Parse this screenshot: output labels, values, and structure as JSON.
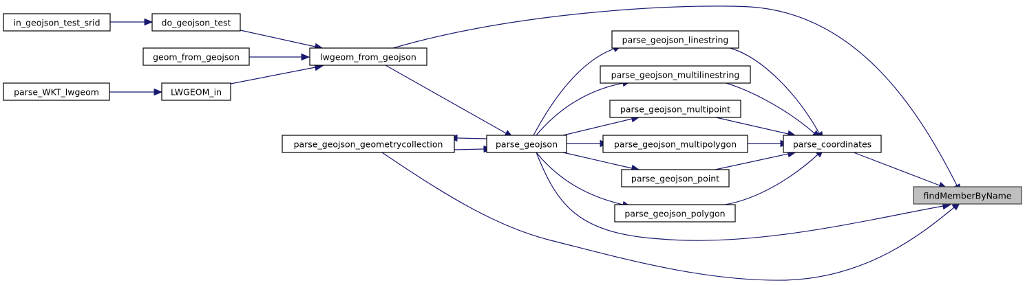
{
  "graph": {
    "type": "caller-graph",
    "edge_color": "#191970",
    "target_fill": "#bfbfbf",
    "nodes": [
      {
        "id": "in_geojson_test_srid",
        "label": "in_geojson_test_srid"
      },
      {
        "id": "do_geojson_test",
        "label": "do_geojson_test"
      },
      {
        "id": "geom_from_geojson",
        "label": "geom_from_geojson"
      },
      {
        "id": "parse_WKT_lwgeom",
        "label": "parse_WKT_lwgeom"
      },
      {
        "id": "LWGEOM_in",
        "label": "LWGEOM_in"
      },
      {
        "id": "lwgeom_from_geojson",
        "label": "lwgeom_from_geojson"
      },
      {
        "id": "parse_geojson_geometrycollection",
        "label": "parse_geojson_geometrycollection"
      },
      {
        "id": "parse_geojson",
        "label": "parse_geojson"
      },
      {
        "id": "parse_geojson_linestring",
        "label": "parse_geojson_linestring"
      },
      {
        "id": "parse_geojson_multilinestring",
        "label": "parse_geojson_multilinestring"
      },
      {
        "id": "parse_geojson_multipoint",
        "label": "parse_geojson_multipoint"
      },
      {
        "id": "parse_geojson_multipolygon",
        "label": "parse_geojson_multipolygon"
      },
      {
        "id": "parse_geojson_point",
        "label": "parse_geojson_point"
      },
      {
        "id": "parse_geojson_polygon",
        "label": "parse_geojson_polygon"
      },
      {
        "id": "parse_coordinates",
        "label": "parse_coordinates"
      },
      {
        "id": "findMemberByName",
        "label": "findMemberByName",
        "highlighted": true
      }
    ],
    "edges": [
      {
        "from": "in_geojson_test_srid",
        "to": "do_geojson_test"
      },
      {
        "from": "do_geojson_test",
        "to": "lwgeom_from_geojson"
      },
      {
        "from": "geom_from_geojson",
        "to": "lwgeom_from_geojson"
      },
      {
        "from": "parse_WKT_lwgeom",
        "to": "LWGEOM_in"
      },
      {
        "from": "LWGEOM_in",
        "to": "lwgeom_from_geojson"
      },
      {
        "from": "lwgeom_from_geojson",
        "to": "findMemberByName"
      },
      {
        "from": "lwgeom_from_geojson",
        "to": "parse_geojson"
      },
      {
        "from": "parse_geojson",
        "to": "parse_geojson_geometrycollection"
      },
      {
        "from": "parse_geojson_geometrycollection",
        "to": "parse_geojson"
      },
      {
        "from": "parse_geojson_geometrycollection",
        "to": "findMemberByName"
      },
      {
        "from": "parse_geojson",
        "to": "parse_geojson_linestring"
      },
      {
        "from": "parse_geojson",
        "to": "parse_geojson_multilinestring"
      },
      {
        "from": "parse_geojson",
        "to": "parse_geojson_multipoint"
      },
      {
        "from": "parse_geojson",
        "to": "parse_geojson_multipolygon"
      },
      {
        "from": "parse_geojson",
        "to": "parse_geojson_point"
      },
      {
        "from": "parse_geojson",
        "to": "parse_geojson_polygon"
      },
      {
        "from": "parse_geojson",
        "to": "findMemberByName"
      },
      {
        "from": "parse_geojson_linestring",
        "to": "parse_coordinates"
      },
      {
        "from": "parse_geojson_multilinestring",
        "to": "parse_coordinates"
      },
      {
        "from": "parse_geojson_multipoint",
        "to": "parse_coordinates"
      },
      {
        "from": "parse_geojson_multipolygon",
        "to": "parse_coordinates"
      },
      {
        "from": "parse_geojson_point",
        "to": "parse_coordinates"
      },
      {
        "from": "parse_geojson_polygon",
        "to": "parse_coordinates"
      },
      {
        "from": "parse_coordinates",
        "to": "findMemberByName"
      }
    ]
  }
}
